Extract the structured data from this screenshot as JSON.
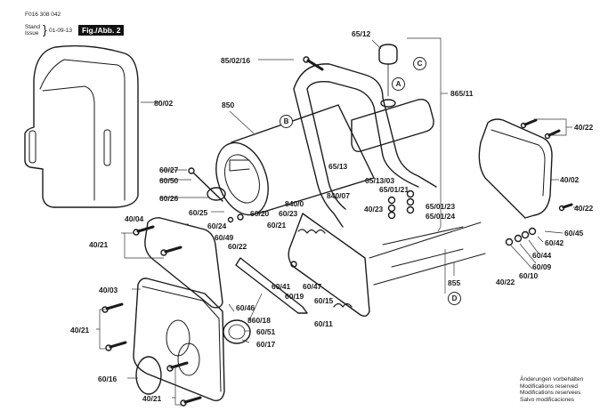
{
  "header": {
    "doc_code": "F016 308 042",
    "stand_label": "Stand",
    "issue_label": "Issue",
    "date": "01-09-13",
    "figure": "Fig./Abb. 2"
  },
  "callouts": [
    "A",
    "B",
    "C",
    "D"
  ],
  "parts": [
    {
      "id": "p1",
      "label": "85/02/16"
    },
    {
      "id": "p2",
      "label": "65/12"
    },
    {
      "id": "p3",
      "label": "865/11"
    },
    {
      "id": "p4",
      "label": "850"
    },
    {
      "id": "p5",
      "label": "80/02"
    },
    {
      "id": "p6",
      "label": "40/22"
    },
    {
      "id": "p7",
      "label": "40/02"
    },
    {
      "id": "p8",
      "label": "40/22"
    },
    {
      "id": "p9",
      "label": "60/45"
    },
    {
      "id": "p10",
      "label": "60/42"
    },
    {
      "id": "p11",
      "label": "60/44"
    },
    {
      "id": "p12",
      "label": "60/09"
    },
    {
      "id": "p13",
      "label": "60/10"
    },
    {
      "id": "p14",
      "label": "40/22"
    },
    {
      "id": "p15",
      "label": "855"
    },
    {
      "id": "p16",
      "label": "65/13"
    },
    {
      "id": "p17",
      "label": "65/13/03"
    },
    {
      "id": "p18",
      "label": "65/01/21"
    },
    {
      "id": "p19",
      "label": "65/01/23"
    },
    {
      "id": "p20",
      "label": "65/01/24"
    },
    {
      "id": "p21",
      "label": "840/07"
    },
    {
      "id": "p22",
      "label": "40/23"
    },
    {
      "id": "p23",
      "label": "840/0"
    },
    {
      "id": "p24",
      "label": "60/23"
    },
    {
      "id": "p25",
      "label": "60/20"
    },
    {
      "id": "p26",
      "label": "60/21"
    },
    {
      "id": "p27",
      "label": "60/27"
    },
    {
      "id": "p28",
      "label": "60/50"
    },
    {
      "id": "p29",
      "label": "60/26"
    },
    {
      "id": "p30",
      "label": "60/25"
    },
    {
      "id": "p31",
      "label": "60/24"
    },
    {
      "id": "p32",
      "label": "60/49"
    },
    {
      "id": "p33",
      "label": "60/22"
    },
    {
      "id": "p34",
      "label": "40/04"
    },
    {
      "id": "p35",
      "label": "40/21"
    },
    {
      "id": "p36",
      "label": "40/03"
    },
    {
      "id": "p37",
      "label": "40/21"
    },
    {
      "id": "p38",
      "label": "60/16"
    },
    {
      "id": "p39",
      "label": "40/21"
    },
    {
      "id": "p40",
      "label": "60/41"
    },
    {
      "id": "p41",
      "label": "60/47"
    },
    {
      "id": "p42",
      "label": "60/19"
    },
    {
      "id": "p43",
      "label": "60/15"
    },
    {
      "id": "p44",
      "label": "60/46"
    },
    {
      "id": "p45",
      "label": "860/18"
    },
    {
      "id": "p46",
      "label": "60/51"
    },
    {
      "id": "p47",
      "label": "60/17"
    },
    {
      "id": "p48",
      "label": "60/11"
    }
  ],
  "notes": [
    "Änderungen vorbehalten",
    "Modifications reserved",
    "Modifications reservees",
    "Salvo modificaciones"
  ]
}
